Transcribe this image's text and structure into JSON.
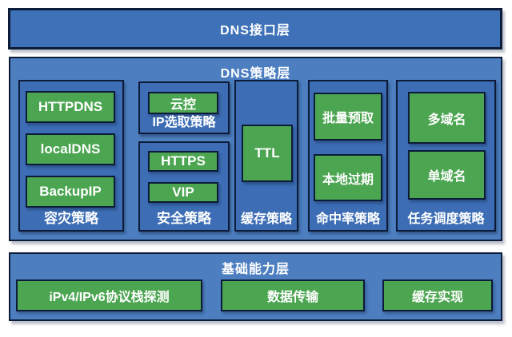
{
  "colors": {
    "bar_blue": "#3e71b8",
    "container_blue": "#4c7ec0",
    "panel_blue": "#3c6db5",
    "node_green": "#4ca551",
    "border_dark": "#0c1b38",
    "text_white": "#ffffff"
  },
  "layers": {
    "interface": {
      "title": "DNS接口层"
    },
    "strategy": {
      "title": "DNS策略层",
      "panels": {
        "disaster": {
          "label": "容灾策略",
          "items": [
            "HTTPDNS",
            "localDNS",
            "BackupIP"
          ]
        },
        "ip_selection": {
          "label": "IP选取策略",
          "items": [
            "云控"
          ]
        },
        "security": {
          "label": "安全策略",
          "items": [
            "HTTPS",
            "VIP"
          ]
        },
        "cache": {
          "label": "缓存策略",
          "items": [
            "TTL"
          ]
        },
        "hit_rate": {
          "label": "命中率策略",
          "items": [
            "批量预取",
            "本地过期"
          ]
        },
        "task_scheduling": {
          "label": "任务调度策略",
          "items": [
            "多域名",
            "单域名"
          ]
        }
      }
    },
    "foundation": {
      "title": "基础能力层",
      "items": [
        "iPv4/IPv6协议栈探测",
        "数据传输",
        "缓存实现"
      ]
    }
  }
}
